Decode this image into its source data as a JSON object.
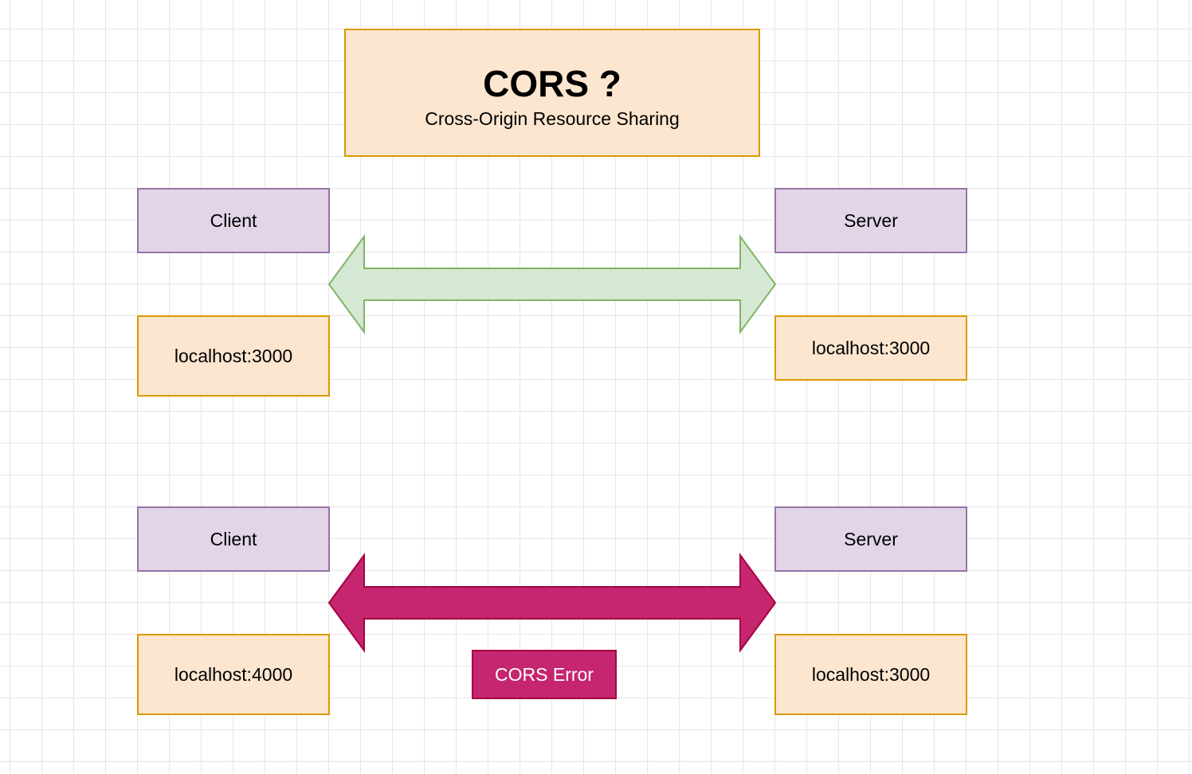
{
  "title": {
    "heading": "CORS ?",
    "subtitle": "Cross-Origin Resource Sharing"
  },
  "rows": [
    {
      "client_label": "Client",
      "client_origin": "localhost:3000",
      "server_label": "Server",
      "server_origin": "localhost:3000",
      "arrow_color": "#d5e8d4",
      "arrow_stroke": "#82b366"
    },
    {
      "client_label": "Client",
      "client_origin": "localhost:4000",
      "server_label": "Server",
      "server_origin": "localhost:3000",
      "arrow_color": "#c5266f",
      "arrow_stroke": "#a50040",
      "error_label": "CORS Error"
    }
  ],
  "colors": {
    "node_fill_purple": "#e1d5e7",
    "node_stroke_purple": "#9673a6",
    "node_fill_orange": "#fce6cf",
    "node_stroke_orange": "#d79b00",
    "grid_line": "#e6e6e6"
  }
}
